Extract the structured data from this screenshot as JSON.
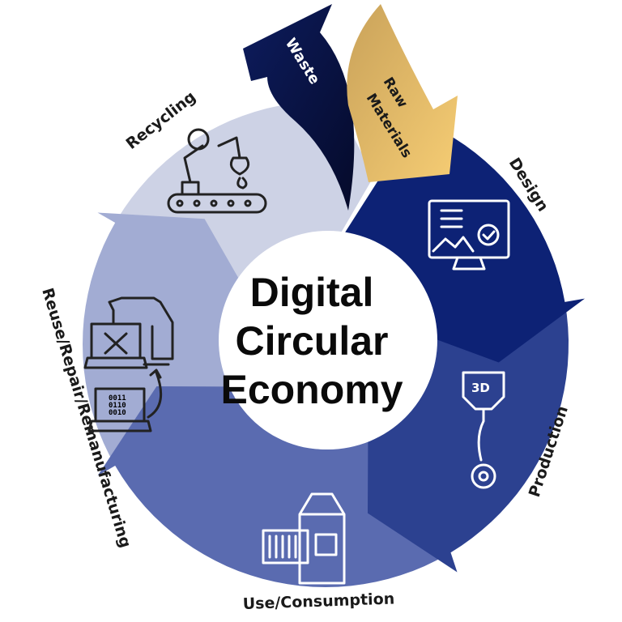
{
  "title": [
    "Digital",
    "Circular",
    "Economy"
  ],
  "stages": [
    {
      "label": "Design",
      "color": "#0d2275",
      "icon": "monitor-design-icon"
    },
    {
      "label": "Production",
      "color": "#2c4190",
      "icon": "3d-printer-gear-icon"
    },
    {
      "label": "Use/Consumption",
      "color": "#5a6bb0",
      "icon": "packaged-goods-icon"
    },
    {
      "label": "Reuse/Repair/Remanufacturing",
      "color": "#a2acd3",
      "icon": "laptop-repair-robot-icon"
    },
    {
      "label": "Recycling",
      "color": "#cdd2e5",
      "icon": "recycling-robot-conveyor-icon"
    }
  ],
  "waste": {
    "label": "Waste",
    "color": "#0b1550"
  },
  "raw_materials": {
    "label": "Raw Materials",
    "lines": [
      "Raw",
      "Materials"
    ],
    "color": "#e3b968"
  },
  "icon_texts": {
    "printer": "3D",
    "binary": [
      "0011",
      "0110",
      "0010"
    ]
  }
}
